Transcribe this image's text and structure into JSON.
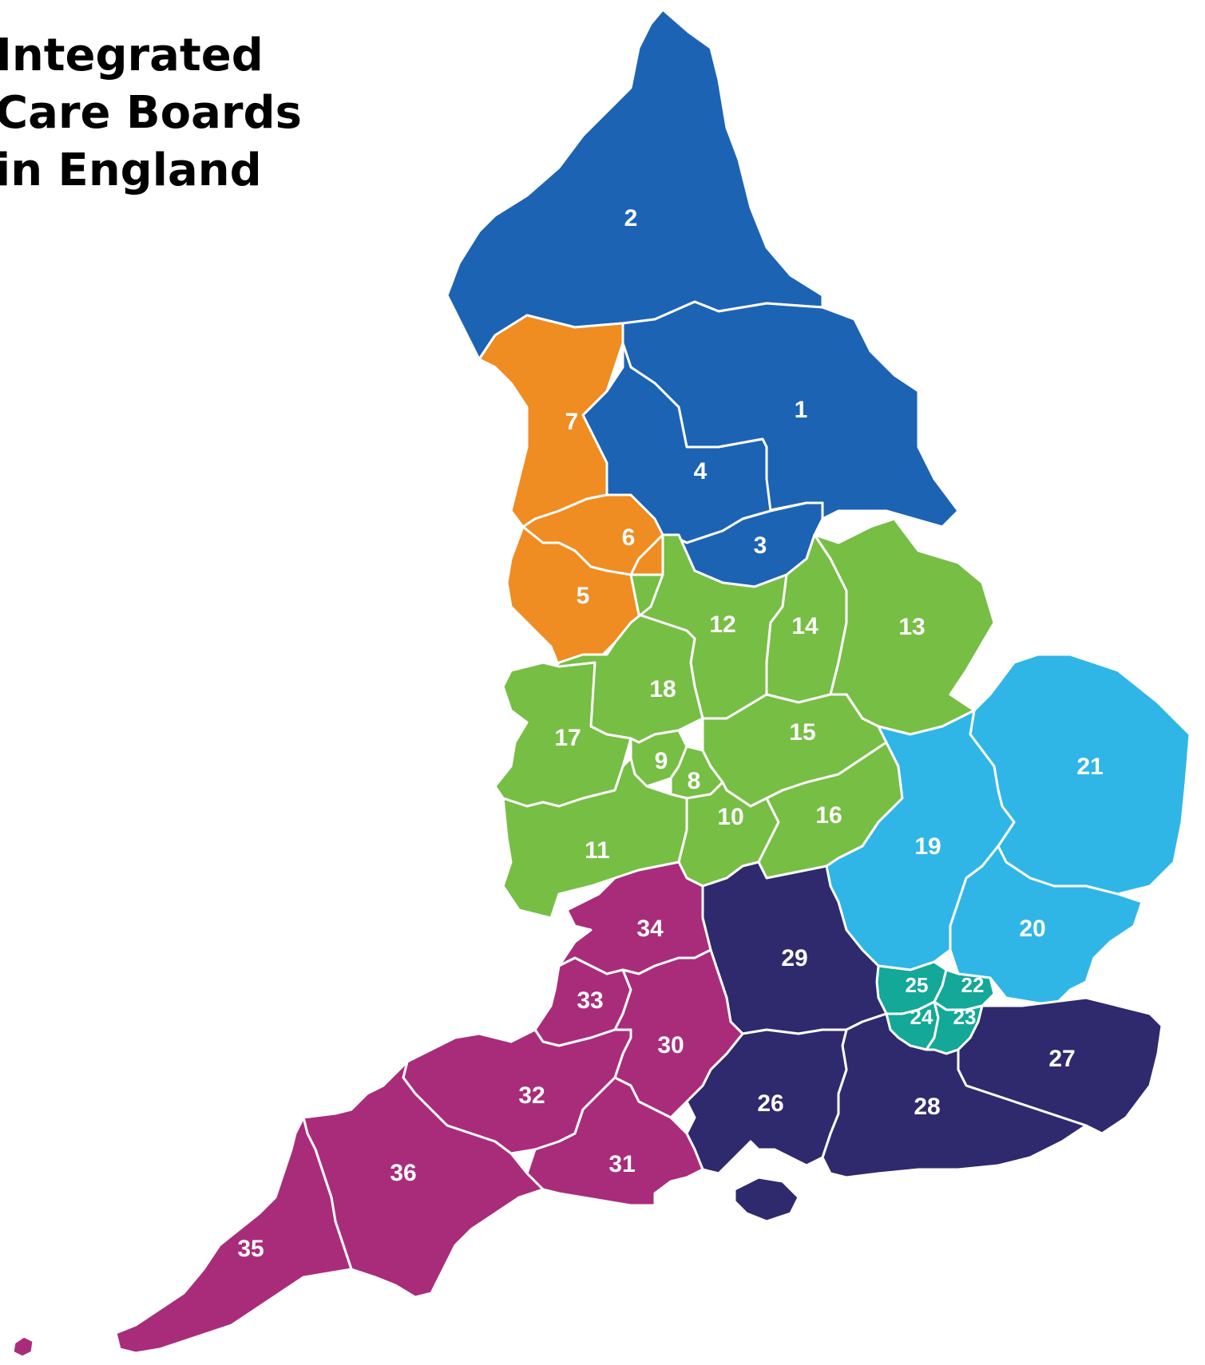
{
  "title": {
    "line1": "Integrated",
    "line2": "Care Boards",
    "line3": "in England"
  },
  "colors": {
    "north_east_yorkshire": "#1d63b3",
    "north_west": "#ef8c22",
    "midlands": "#77be44",
    "east_of_england": "#2fb6e6",
    "london": "#13a898",
    "south_east": "#2e2a6d",
    "south_west": "#a92c7b"
  },
  "regions": [
    {
      "id": "1",
      "group": "north_east_yorkshire"
    },
    {
      "id": "2",
      "group": "north_east_yorkshire"
    },
    {
      "id": "3",
      "group": "north_east_yorkshire"
    },
    {
      "id": "4",
      "group": "north_east_yorkshire"
    },
    {
      "id": "5",
      "group": "north_west"
    },
    {
      "id": "6",
      "group": "north_west"
    },
    {
      "id": "7",
      "group": "north_west"
    },
    {
      "id": "8",
      "group": "midlands"
    },
    {
      "id": "9",
      "group": "midlands"
    },
    {
      "id": "10",
      "group": "midlands"
    },
    {
      "id": "11",
      "group": "midlands"
    },
    {
      "id": "12",
      "group": "midlands"
    },
    {
      "id": "13",
      "group": "midlands"
    },
    {
      "id": "14",
      "group": "midlands"
    },
    {
      "id": "15",
      "group": "midlands"
    },
    {
      "id": "16",
      "group": "midlands"
    },
    {
      "id": "17",
      "group": "midlands"
    },
    {
      "id": "18",
      "group": "midlands"
    },
    {
      "id": "19",
      "group": "east_of_england"
    },
    {
      "id": "20",
      "group": "east_of_england"
    },
    {
      "id": "21",
      "group": "east_of_england"
    },
    {
      "id": "22",
      "group": "london"
    },
    {
      "id": "23",
      "group": "london"
    },
    {
      "id": "24",
      "group": "london"
    },
    {
      "id": "25",
      "group": "london"
    },
    {
      "id": "26",
      "group": "south_east"
    },
    {
      "id": "27",
      "group": "south_east"
    },
    {
      "id": "28",
      "group": "south_east"
    },
    {
      "id": "29",
      "group": "south_east"
    },
    {
      "id": "30",
      "group": "south_west"
    },
    {
      "id": "31",
      "group": "south_west"
    },
    {
      "id": "32",
      "group": "south_west"
    },
    {
      "id": "33",
      "group": "south_west"
    },
    {
      "id": "34",
      "group": "south_west"
    },
    {
      "id": "35",
      "group": "south_west"
    },
    {
      "id": "36",
      "group": "south_west"
    }
  ]
}
